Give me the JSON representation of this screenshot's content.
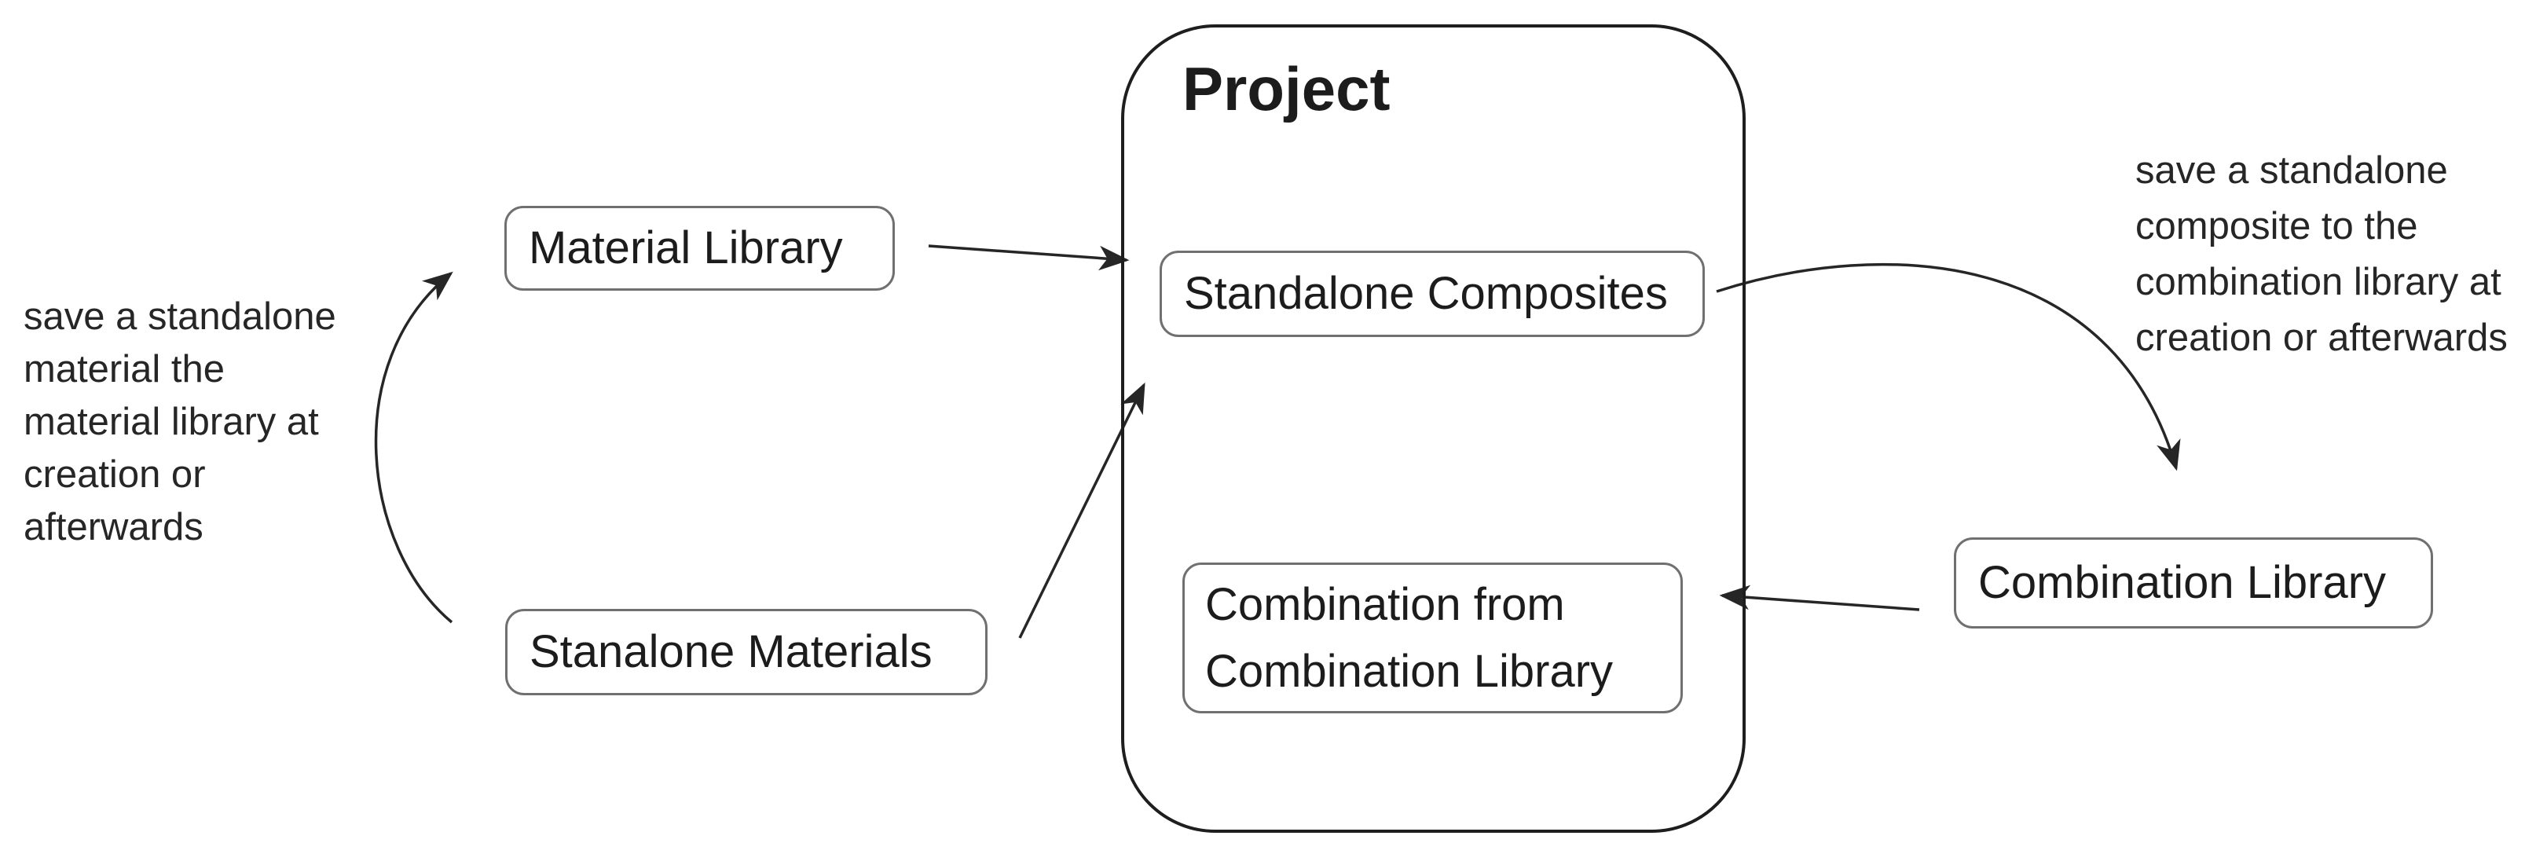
{
  "colors": {
    "background": "#ffffff",
    "ink": "#1c1c1c",
    "arrow": "#262626",
    "node_border": "#707070",
    "project_border": "#1e1e1e"
  },
  "icons": {
    "arrowhead": "filled-triangle"
  },
  "project": {
    "title": "Project"
  },
  "nodes": {
    "material_library": {
      "label": "Material Library"
    },
    "stanalone_materials": {
      "label": "Stanalone Materials"
    },
    "standalone_composites": {
      "label": "Standalone Composites"
    },
    "combination_from_library": {
      "lines": [
        "Combination from",
        "Combination Library"
      ],
      "text": "Combination from Combination Library"
    },
    "combination_library": {
      "label": "Combination Library"
    }
  },
  "annotations": {
    "save_material": {
      "lines": [
        "save a standalone",
        "material the",
        "material library at",
        "creation or",
        "afterwards"
      ],
      "text": "save a standalone material the material library at creation or afterwards"
    },
    "save_composite": {
      "lines": [
        "save a standalone",
        "composite to the",
        "combination library at",
        "creation or afterwards"
      ],
      "text": "save a standalone composite to the combination library at creation or afterwards"
    }
  }
}
